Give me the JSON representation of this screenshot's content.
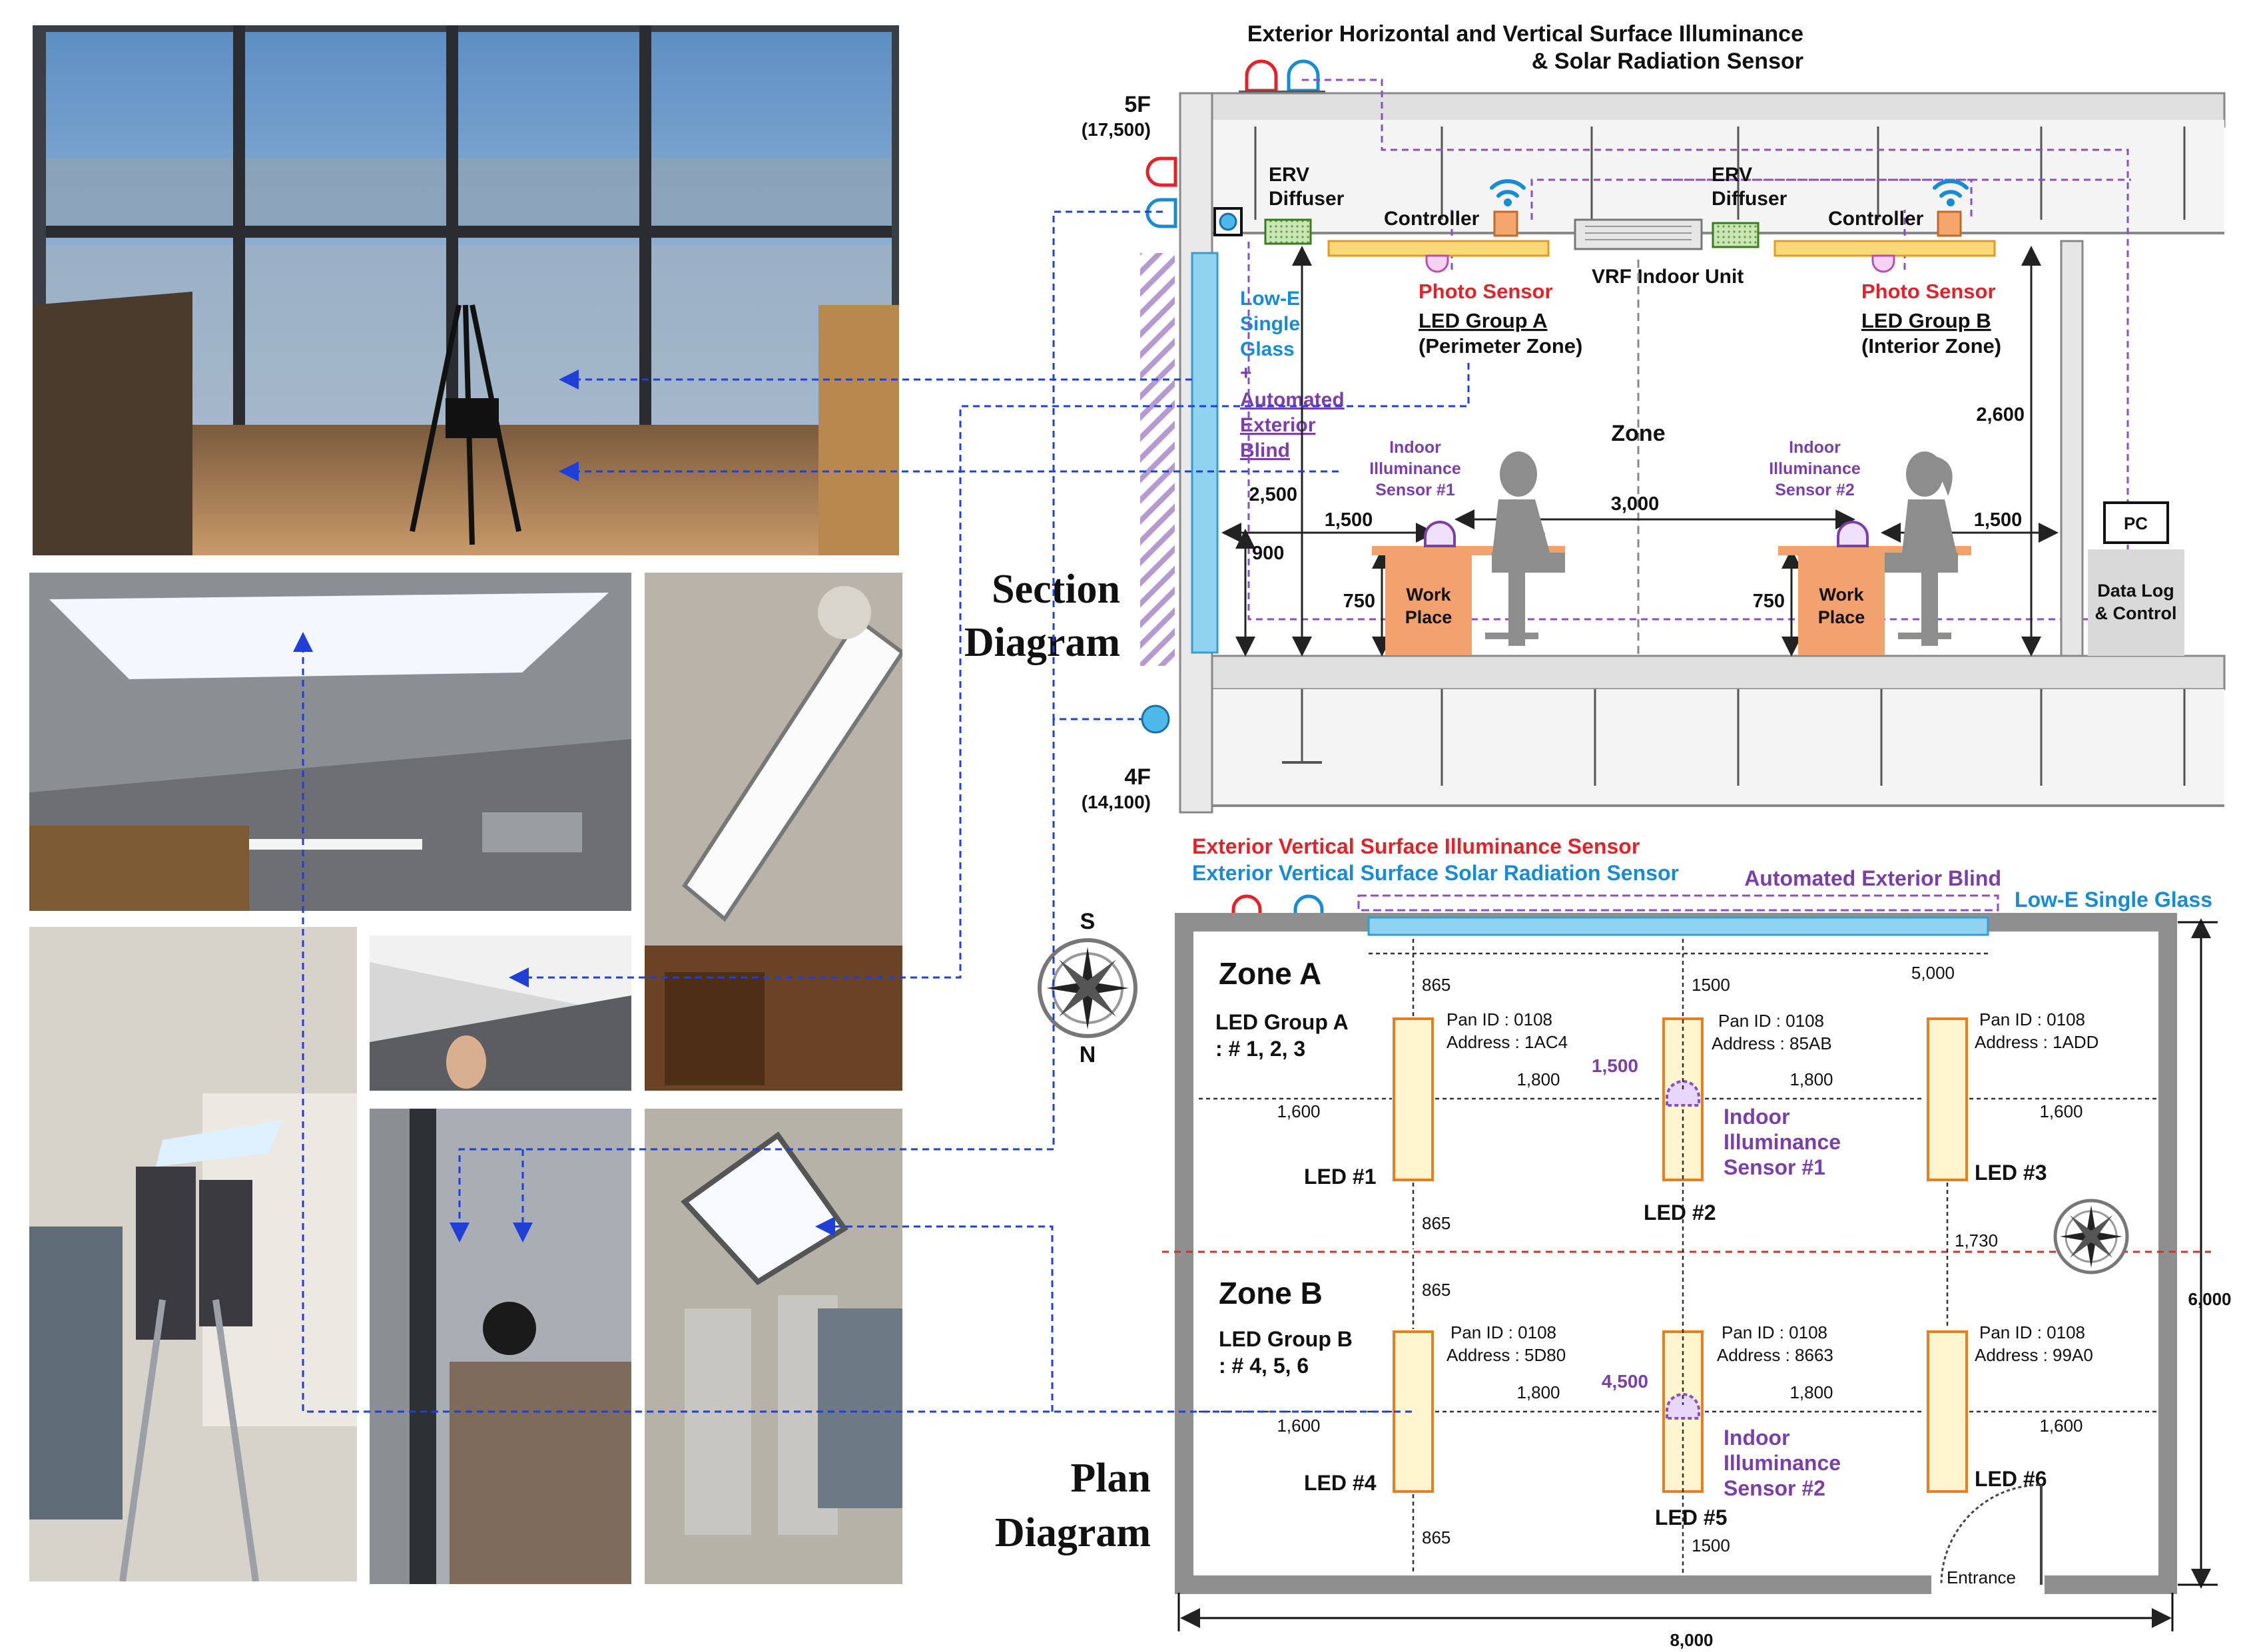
{
  "section": {
    "top_sensor_title": [
      "Exterior Horizontal and Vertical Surface Illuminance",
      "& Solar Radiation Sensor"
    ],
    "floor_5f": "5F",
    "floor_5f_level": "(17,500)",
    "floor_4f": "4F",
    "floor_4f_level": "(14,100)",
    "erv_1": [
      "ERV",
      "Diffuser"
    ],
    "erv_2": [
      "ERV",
      "Diffuser"
    ],
    "controller_1": "Controller",
    "controller_2": "Controller",
    "vrf": "VRF Indoor Unit",
    "photo_sensor_1": "Photo Sensor",
    "photo_sensor_2": "Photo Sensor",
    "led_group_a": "LED Group A",
    "perimeter_zone": "(Perimeter Zone)",
    "led_group_b": "LED Group B",
    "interior_zone": "(Interior Zone)",
    "glass_label": [
      "Low-E",
      "Single",
      "Glass",
      "+"
    ],
    "blind_label": [
      "Automated",
      "Exterior",
      "Blind"
    ],
    "zone": "Zone",
    "indoor_sensor_1": [
      "Indoor",
      "Illuminance",
      "Sensor #1"
    ],
    "indoor_sensor_2": [
      "Indoor",
      "Illuminance",
      "Sensor #2"
    ],
    "work_place_1": [
      "Work",
      "Place"
    ],
    "work_place_2": [
      "Work",
      "Place"
    ],
    "pc": "PC",
    "data_log": [
      "Data Log",
      "& Control"
    ],
    "dims": {
      "d2600": "2,600",
      "d2500": "2,500",
      "d1500a": "1,500",
      "d3000": "3,000",
      "d1500b": "1,500",
      "d900": "900",
      "d750a": "750",
      "d750b": "750"
    },
    "diagram_title": [
      "Section",
      "Diagram"
    ]
  },
  "plan": {
    "vert_illum": "Exterior Vertical Surface Illuminance Sensor",
    "vert_solar": "Exterior Vertical Surface Solar Radiation Sensor",
    "blind": "Automated Exterior Blind",
    "glass": "Low-E Single Glass",
    "compass_s": "S",
    "compass_n": "N",
    "zone_a": "Zone A",
    "zone_b": "Zone B",
    "led_group_a": [
      "LED Group A",
      ": # 1, 2, 3"
    ],
    "led_group_b": [
      "LED Group B",
      ": # 4, 5, 6"
    ],
    "leds": [
      {
        "label": "LED #1",
        "pan": "Pan ID : 0108",
        "addr": "Address : 1AC4"
      },
      {
        "label": "LED #2",
        "pan": "Pan ID : 0108",
        "addr": "Address : 85AB"
      },
      {
        "label": "LED #3",
        "pan": "Pan ID : 0108",
        "addr": "Address : 1ADD"
      },
      {
        "label": "LED #4",
        "pan": "Pan ID : 0108",
        "addr": "Address : 5D80"
      },
      {
        "label": "LED #5",
        "pan": "Pan ID : 0108",
        "addr": "Address : 8663"
      },
      {
        "label": "LED #6",
        "pan": "Pan ID : 0108",
        "addr": "Address : 99A0"
      }
    ],
    "indoor_sensor_1": [
      "Indoor",
      "Illuminance",
      "Sensor #1"
    ],
    "indoor_sensor_2": [
      "Indoor",
      "Illuminance",
      "Sensor #2"
    ],
    "dims": {
      "d865a": "865",
      "d1500a": "1500",
      "d5000": "5,000",
      "d1500s": "1,500",
      "d1800a": "1,800",
      "d1800b": "1,800",
      "d1600a": "1,600",
      "d1600b": "1,600",
      "d865b": "865",
      "d1730": "1,730",
      "d865c": "865",
      "d4500": "4,500",
      "d1800c": "1,800",
      "d1800d": "1,800",
      "d1600c": "1,600",
      "d1600d": "1,600",
      "d865d": "865",
      "d1500b": "1500",
      "d6000": "6,000",
      "d8000": "8,000"
    },
    "entrance": "Entrance",
    "diagram_title": [
      "Plan",
      "Diagram"
    ]
  },
  "colors": {
    "red_label": "#e0242c",
    "blue_label": "#1a8bd0",
    "purple": "#7b3fa8",
    "glass": "#8fd3f0",
    "led": "#f9e08b",
    "desk": "#f2a16f",
    "leader": "#1f3fd6"
  }
}
